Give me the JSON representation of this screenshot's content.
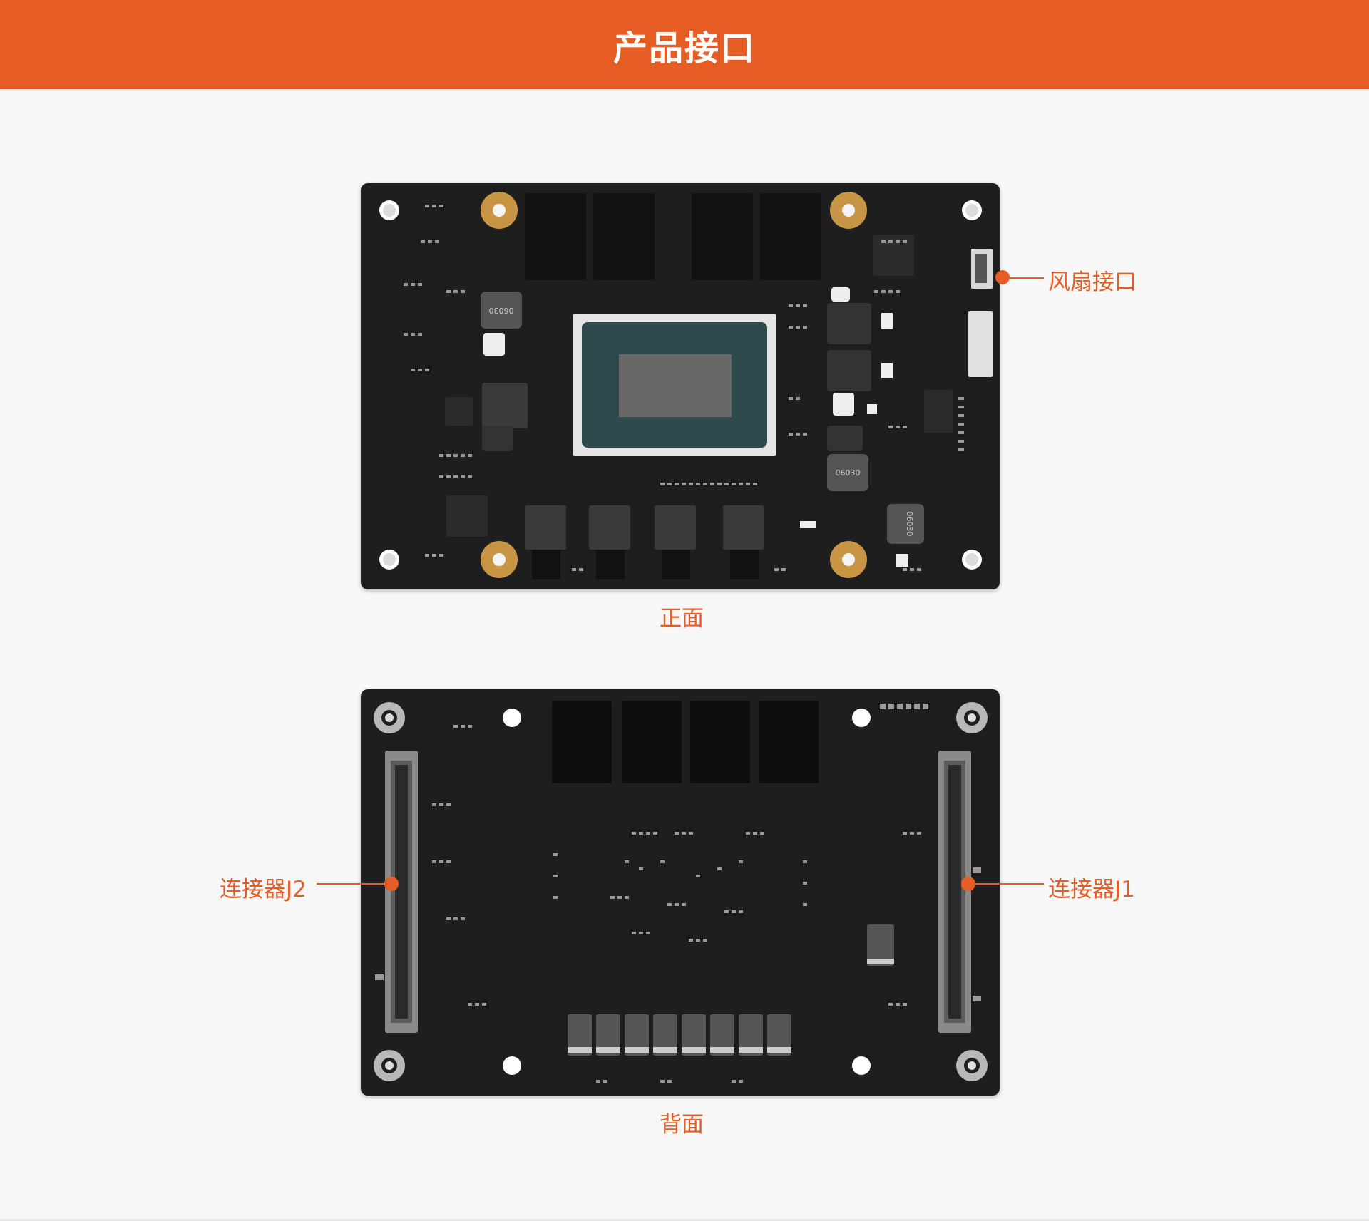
{
  "header": {
    "title": "产品接口"
  },
  "front": {
    "caption": "正面",
    "callouts": [
      {
        "label": "风扇接口"
      }
    ],
    "inductor_marking": "06030"
  },
  "back": {
    "caption": "背面",
    "callouts": [
      {
        "label": "连接器J2"
      },
      {
        "label": "连接器J1"
      }
    ]
  },
  "colors": {
    "accent": "#e65c25",
    "background": "#f7f7f7",
    "pcb": "#1e1e1e",
    "mount_pad": "#c89545"
  }
}
